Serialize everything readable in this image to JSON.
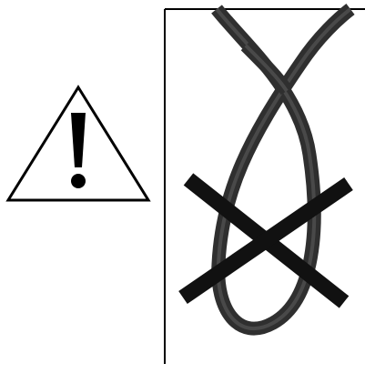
{
  "warning": {
    "icon": "warning-triangle-icon",
    "symbol": "exclamation-mark"
  },
  "illustration": {
    "subject": "cable-loop-kink",
    "status": "prohibited",
    "overlay_icon": "cross-out-icon"
  },
  "colors": {
    "background": "#ffffff",
    "line": "#000000",
    "cable": "#3a3a3a",
    "cable_highlight": "#6a6a6a",
    "cross": "#111111"
  }
}
